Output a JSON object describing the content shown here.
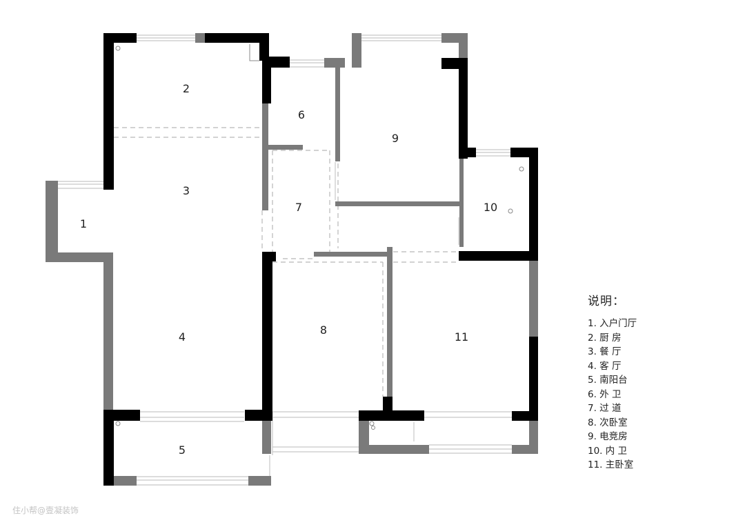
{
  "rooms": [
    {
      "id": "room-1",
      "number": "1"
    },
    {
      "id": "room-2",
      "number": "2"
    },
    {
      "id": "room-3",
      "number": "3"
    },
    {
      "id": "room-4",
      "number": "4"
    },
    {
      "id": "room-5",
      "number": "5"
    },
    {
      "id": "room-6",
      "number": "6"
    },
    {
      "id": "room-7",
      "number": "7"
    },
    {
      "id": "room-8",
      "number": "8"
    },
    {
      "id": "room-9",
      "number": "9"
    },
    {
      "id": "room-10",
      "number": "10"
    },
    {
      "id": "room-11",
      "number": "11"
    }
  ],
  "legend": {
    "title": "说明：",
    "items": [
      "1. 入户门厅",
      "2. 厨 房",
      "3. 餐 厅",
      "4. 客 厅",
      "5. 南阳台",
      "6. 外 卫",
      "7. 过 道",
      "8. 次卧室",
      "9. 电竞房",
      "10. 内 卫",
      "11. 主卧室"
    ]
  },
  "watermark": "住小帮@壹凝装饰",
  "colors": {
    "wall_black": "#000000",
    "wall_gray": "#7a7a7a",
    "window_line": "#c8c8c8",
    "dashed_line": "#b8b8b8"
  }
}
